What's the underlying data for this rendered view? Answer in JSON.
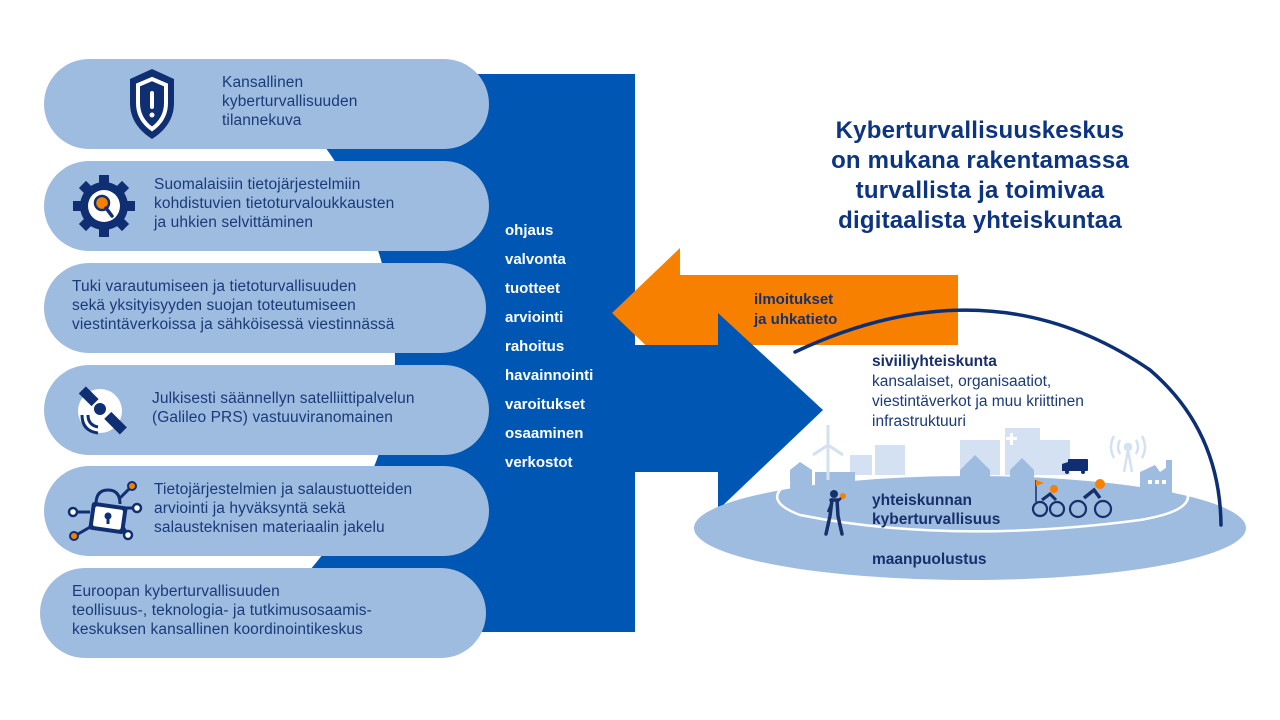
{
  "colors": {
    "pill_bg": "#9ebbe0",
    "panel_blue": "#0057b3",
    "dark_navy": "#0f2f72",
    "orange": "#f78000",
    "light_ground": "#9ebbe0",
    "skyline_light": "#d3e1f2"
  },
  "left_panel": {
    "items": [
      {
        "icon": "shield-warning-icon",
        "text": "Kansallinen\nkyberturvallisuuden\ntilannekuva"
      },
      {
        "icon": "gear-magnifier-icon",
        "text": "Suomalaisiin tietojärjestelmiin\nkohdistuvien tietoturvaloukkausten\nja uhkien selvittäminen"
      },
      {
        "icon": null,
        "text": "Tuki varautumiseen ja tietoturvallisuuden\nsekä yksityisyyden suojan toteutumiseen\nviestintäverkoissa ja sähköisessä viestinnässä"
      },
      {
        "icon": "satellite-icon",
        "text": "Julkisesti säännellyn satelliittipalvelun\n(Galileo PRS) vastuuviranomainen"
      },
      {
        "icon": "network-lock-icon",
        "text": "Tietojärjestelmien ja salaustuotteiden\narviointi ja hyväksyntä sekä\nsalausteknisen materiaalin jakelu"
      },
      {
        "icon": null,
        "text": "Euroopan kyberturvallisuuden\nteollisuus-, teknologia- ja tutkimusosaamis-\nkeskuksen kansallinen koordinointikeskus"
      }
    ]
  },
  "services": [
    "ohjaus",
    "valvonta",
    "tuotteet",
    "arviointi",
    "rahoitus",
    "havainnointi",
    "varoitukset",
    "osaaminen",
    "verkostot"
  ],
  "headline": "Kyberturvallisuuskeskus\non mukana rakentamassa\nturvallista ja toimivaa\ndigitaalista yhteiskuntaa",
  "orange_arrow": {
    "line1": "ilmoitukset",
    "line2": "ja uhkatieto"
  },
  "society": {
    "title": "siviiliyhteiskunta",
    "description_lines": [
      "kansalaiset, organisaatiot,",
      "viestintäverkot ja muu kriittinen",
      "infrastruktuuri"
    ],
    "cyber_line1": "yhteiskunnan",
    "cyber_line2": "kyberturvallisuus",
    "defense": "maanpuolustus"
  }
}
